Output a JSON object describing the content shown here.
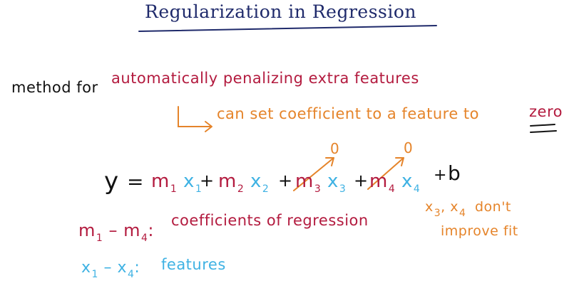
{
  "title": "Regularization in Regression",
  "line1": {
    "prefix": "method for",
    "highlight": "automatically penalizing extra features"
  },
  "line2": {
    "text": "can set coefficient to a feature to",
    "emphasis": "zero"
  },
  "equation": {
    "lhs": "y",
    "eq": "=",
    "terms": [
      {
        "m": "m",
        "m_sub": "1",
        "x": "x",
        "x_sub": "1",
        "crossed": false
      },
      {
        "m": "m",
        "m_sub": "2",
        "x": "x",
        "x_sub": "2",
        "crossed": false
      },
      {
        "m": "m",
        "m_sub": "3",
        "x": "x",
        "x_sub": "3",
        "crossed": true,
        "zero": "0"
      },
      {
        "m": "m",
        "m_sub": "4",
        "x": "x",
        "x_sub": "4",
        "crossed": true,
        "zero": "0"
      }
    ],
    "plus": "+",
    "intercept": "b"
  },
  "legend_m": {
    "from": "m",
    "from_sub": "1",
    "dash": "–",
    "to": "m",
    "to_sub": "4",
    "colon": ":",
    "desc": "coefficients of regression"
  },
  "legend_x": {
    "from": "x",
    "from_sub": "1",
    "dash": "–",
    "to": "x",
    "to_sub": "4",
    "colon": ":",
    "desc": "features"
  },
  "note": {
    "vars": "x",
    "sub_a": "3",
    "sep": ",",
    "var_b": "x",
    "sub_b": "4",
    "line1_rest": "don't",
    "line2": "improve fit"
  },
  "colors": {
    "navy": "#1f2a6b",
    "red": "#b31b3f",
    "orange": "#e5842a",
    "blue": "#3fb2e3",
    "black": "#111111"
  }
}
